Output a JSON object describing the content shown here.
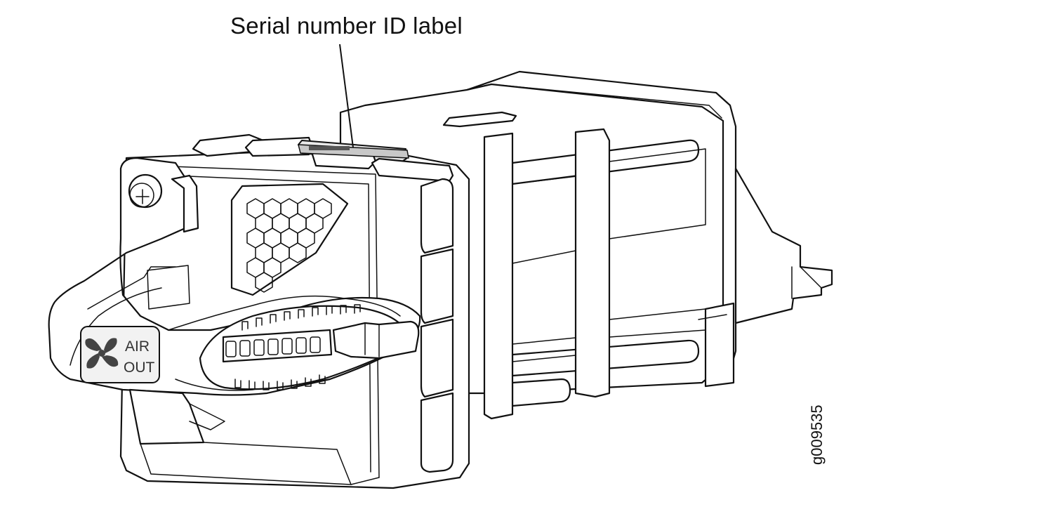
{
  "callout": {
    "label": "Serial number ID label"
  },
  "figure": {
    "id": "g009535"
  },
  "badge": {
    "line1": "AIR",
    "line2": "OUT",
    "icon": "fan-icon"
  },
  "colors": {
    "ink": "#111111",
    "label_fill": "#c8c8c8",
    "badge_fill": "#f2f2f2"
  }
}
